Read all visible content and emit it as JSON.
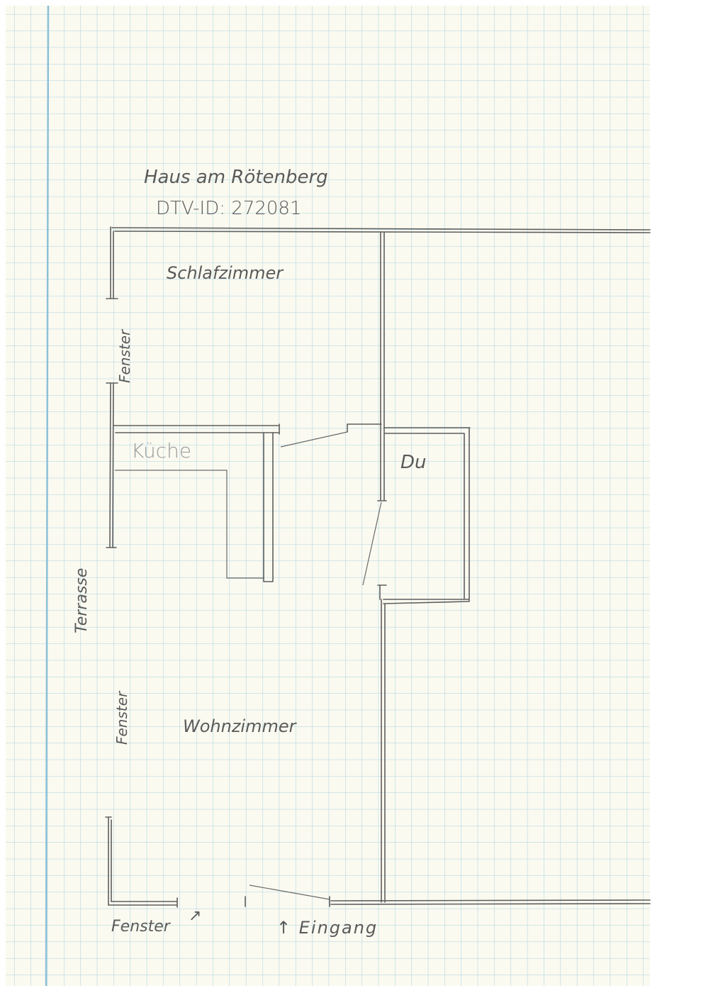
{
  "title": "Haus am Rötenberg",
  "id_line": "DTV-ID: 272081",
  "rooms": {
    "bedroom": "Schlafzimmer",
    "kitchen": "Küche",
    "shower": "Du",
    "living": "Wohnzimmer"
  },
  "labels": {
    "terrace": "Terrasse",
    "window_top": "Fenster",
    "window_middle": "Fenster",
    "window_bottom": "Fenster",
    "window_arrow": "↗",
    "entrance": "↑ Eingang"
  },
  "colors": {
    "paper": "#fbfaf0",
    "grid": "#a9d3e3",
    "margin_line": "#8cc0d8",
    "pencil": "#5e5e5e"
  }
}
